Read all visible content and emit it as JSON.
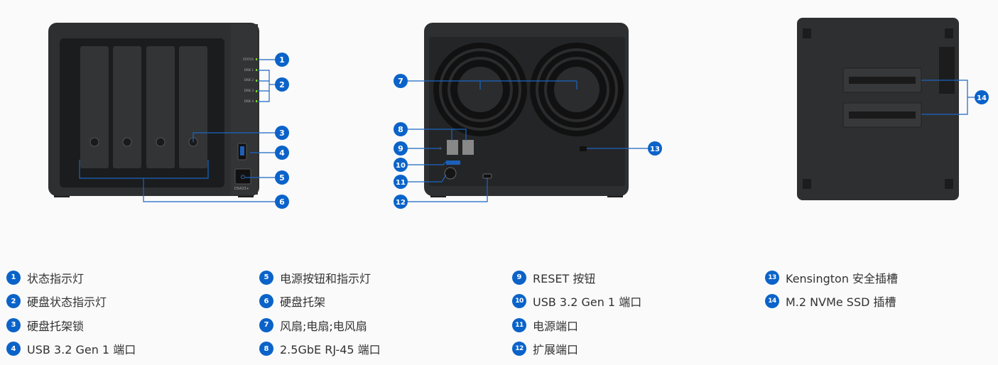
{
  "colors": {
    "badge": "#0b63c9",
    "line": "#1a66c2",
    "device": "#2b2c2e",
    "led": "#7ed321"
  },
  "front": {
    "leds": [
      "STATUS",
      "DISK 1",
      "DISK 2",
      "DISK 3",
      "DISK 4"
    ],
    "model": "DS423+"
  },
  "callouts": [
    "1",
    "2",
    "3",
    "4",
    "5",
    "6",
    "7",
    "8",
    "9",
    "10",
    "11",
    "12",
    "13",
    "14"
  ],
  "legend": [
    [
      {
        "n": "1",
        "label": "状态指示灯"
      },
      {
        "n": "2",
        "label": "硬盘状态指示灯"
      },
      {
        "n": "3",
        "label": "硬盘托架锁"
      },
      {
        "n": "4",
        "label": "USB 3.2 Gen 1 端口"
      }
    ],
    [
      {
        "n": "5",
        "label": "电源按钮和指示灯"
      },
      {
        "n": "6",
        "label": "硬盘托架"
      },
      {
        "n": "7",
        "label": "风扇;电扇;电风扇"
      },
      {
        "n": "8",
        "label": "2.5GbE RJ-45 端口"
      }
    ],
    [
      {
        "n": "9",
        "label": "RESET 按钮"
      },
      {
        "n": "10",
        "label": "USB 3.2 Gen 1 端口"
      },
      {
        "n": "11",
        "label": "电源端口"
      },
      {
        "n": "12",
        "label": "扩展端口"
      }
    ],
    [
      {
        "n": "13",
        "label": "Kensington 安全插槽"
      },
      {
        "n": "14",
        "label": "M.2 NVMe SSD 插槽"
      }
    ]
  ]
}
